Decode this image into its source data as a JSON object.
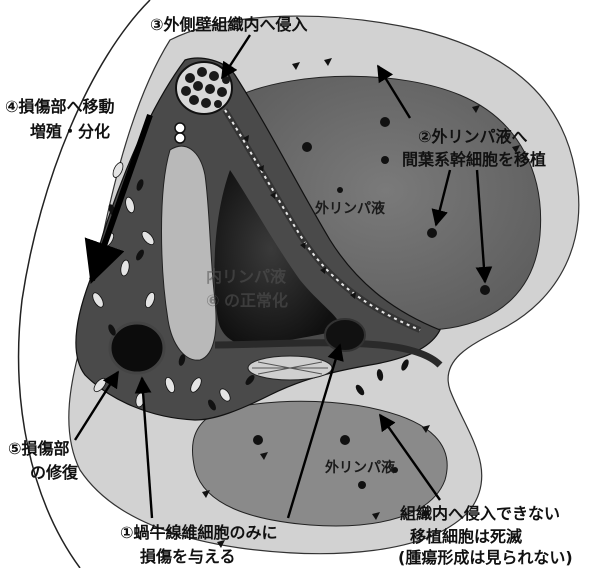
{
  "labels": {
    "step3": "③外側壁組織内へ侵入",
    "step4_line1": "④損傷部へ移動",
    "step4_line2": "増殖・分化",
    "step2_line1": "②外リンパ液へ",
    "step2_line2": "間葉系幹細胞を移植",
    "perilymph_upper": "外リンパ液",
    "endolymph_line1": "内リンパ液",
    "endolymph_line2": "の正常化",
    "step6_symbol": "⑥",
    "step5_line1": "⑤損傷部",
    "step5_line2": "の修復",
    "perilymph_lower": "外リンパ液",
    "step1_line1": "①蝸牛線維細胞のみに",
    "step1_line2": "損傷を与える",
    "note_line1": "組織内へ侵入できない",
    "note_line2": "移植細胞は死滅",
    "note_line3": "(腫瘍形成は見られない)"
  },
  "colors": {
    "outer_bone": "#d2d2d2",
    "scala_vestibuli": "#6e6e6e",
    "scala_tympani": "#8a8a8a",
    "lateral_wall": "#4a4a4a",
    "scala_media": "#1e1e1e",
    "ink": "#111111"
  }
}
